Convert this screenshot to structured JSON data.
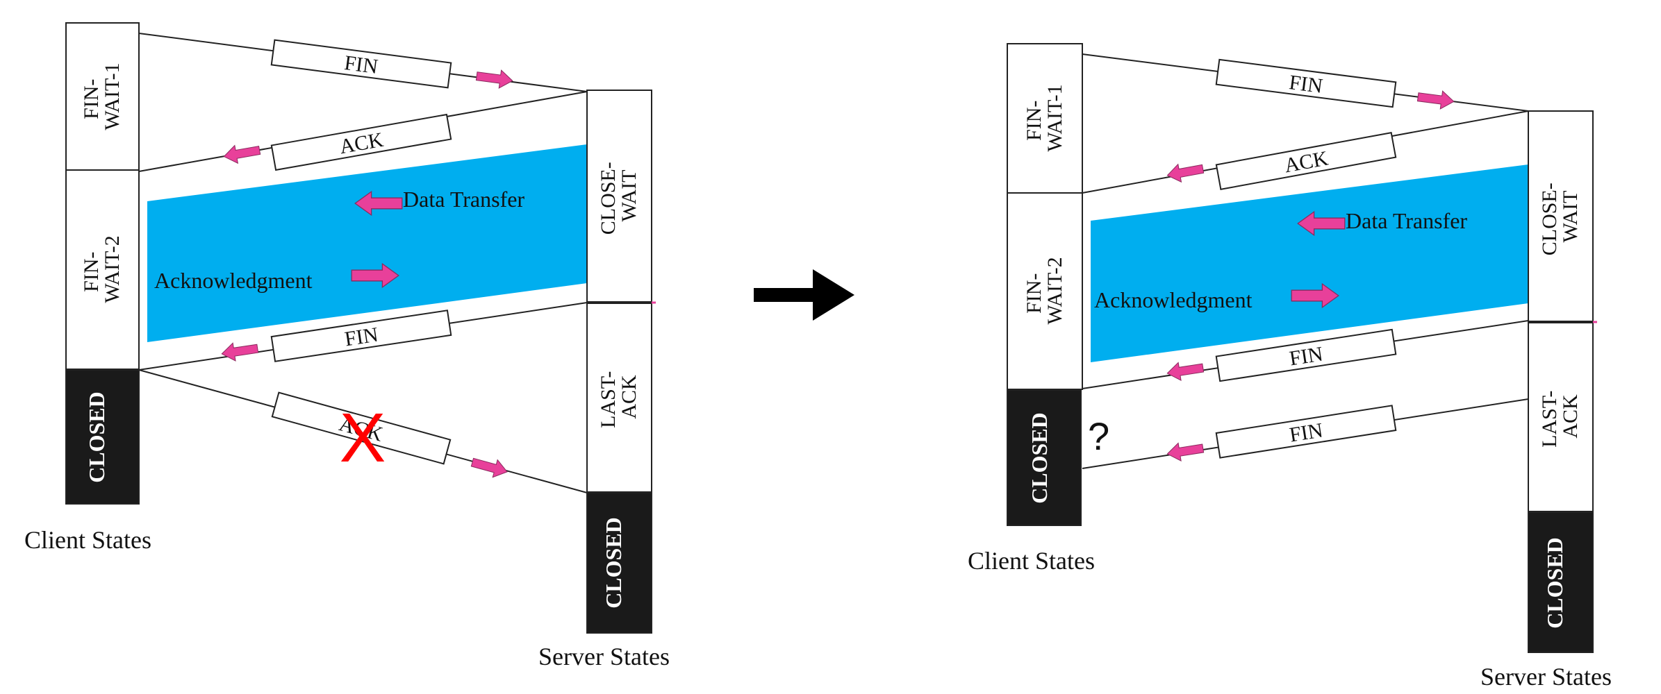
{
  "colors": {
    "data_band": "#00aeef",
    "small_arrow": "#e8409a",
    "closed_state": "#1a1a1a",
    "big_arrow": "#000000",
    "x_mark": "#ff0000"
  },
  "icons": {
    "transition_arrow": "right-arrow-icon",
    "lost_segment": "x-mark-icon",
    "unknown": "question-mark"
  },
  "left_diagram": {
    "client_states": [
      "FIN-",
      "WAIT-1",
      "FIN-",
      "WAIT-2",
      "CLOSED"
    ],
    "server_states": [
      "CLOSE-",
      "WAIT",
      "LAST-",
      "ACK",
      "CLOSED"
    ],
    "segments": [
      "FIN",
      "ACK",
      "FIN",
      "ACK"
    ],
    "data_transfer": "Data Transfer",
    "acknowledgment": "Acknowledgment",
    "client_caption": "Client States",
    "server_caption": "Server States",
    "lost_mark": "X"
  },
  "right_diagram": {
    "client_states": [
      "FIN-",
      "WAIT-1",
      "FIN-",
      "WAIT-2",
      "CLOSED"
    ],
    "server_states": [
      "CLOSE-",
      "WAIT",
      "LAST-",
      "ACK",
      "CLOSED"
    ],
    "segments": [
      "FIN",
      "ACK",
      "FIN",
      "FIN"
    ],
    "data_transfer": "Data Transfer",
    "acknowledgment": "Acknowledgment",
    "client_caption": "Client States",
    "server_caption": "Server States",
    "question": "?"
  }
}
